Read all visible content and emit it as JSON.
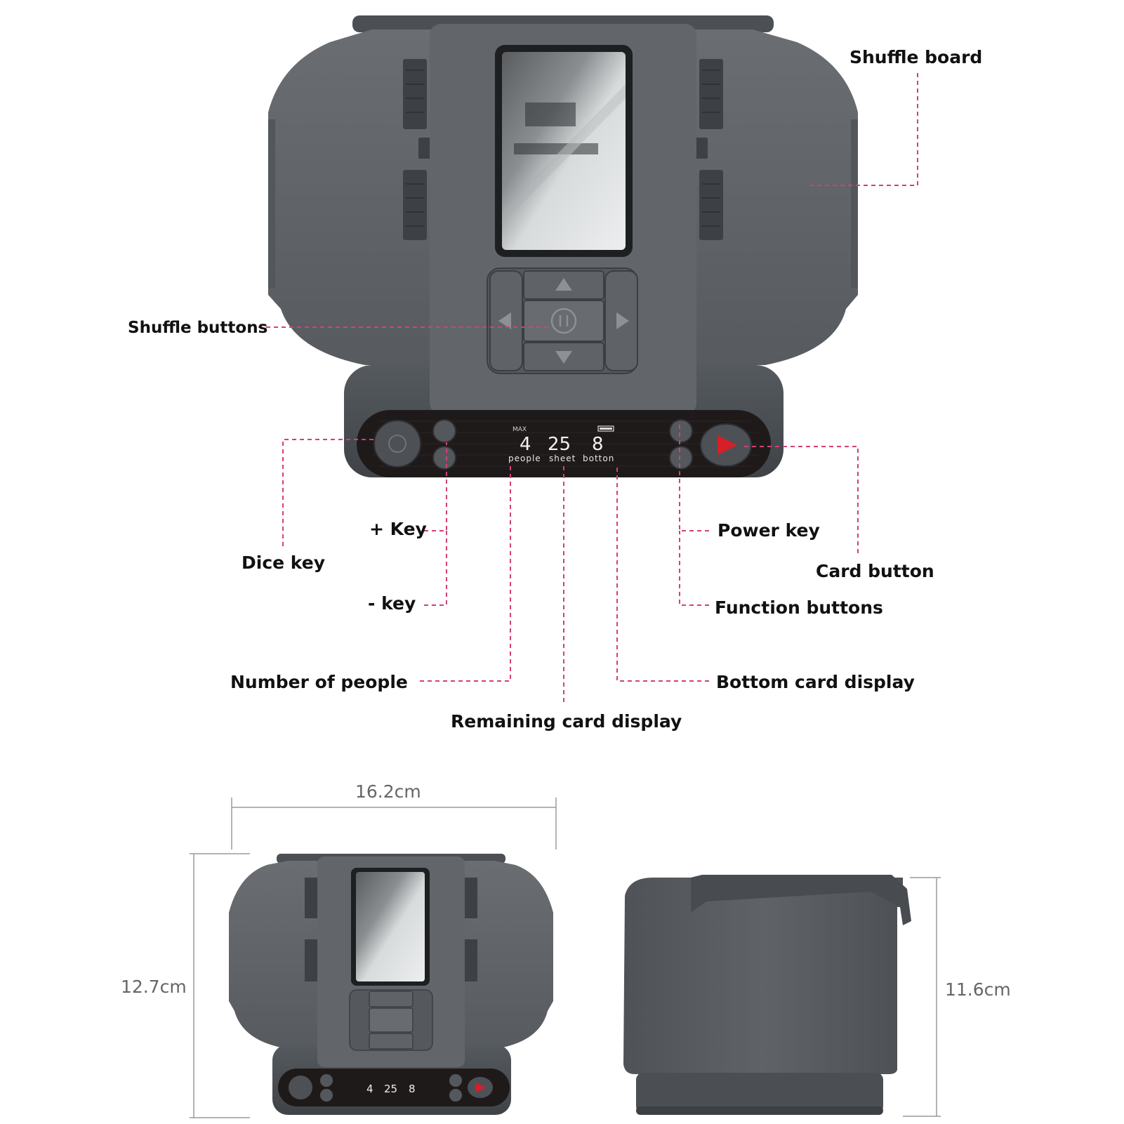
{
  "labels": {
    "shuffle_board": "Shuffle board",
    "shuffle_buttons": "Shuffle buttons",
    "plus_key": "+ Key",
    "dice_key": "Dice key",
    "minus_key": "- key",
    "number_of_people": "Number of people",
    "remaining_card_display": "Remaining card display",
    "bottom_card_display": "Bottom card display",
    "power_key": "Power key",
    "card_button": "Card button",
    "function_buttons": "Function buttons"
  },
  "lcd": {
    "max": "MAX",
    "people_value": "4",
    "sheet_value": "25",
    "bottom_value": "8",
    "people_caption": "people",
    "sheet_caption": "sheet",
    "bottom_caption": "botton"
  },
  "dimensions": {
    "width": "16.2cm",
    "height": "12.7cm",
    "depth": "11.6cm"
  },
  "colors": {
    "accent_leader": "#d1407a",
    "device_body": "#5e6266",
    "card_button_arrow": "#d61f26"
  }
}
